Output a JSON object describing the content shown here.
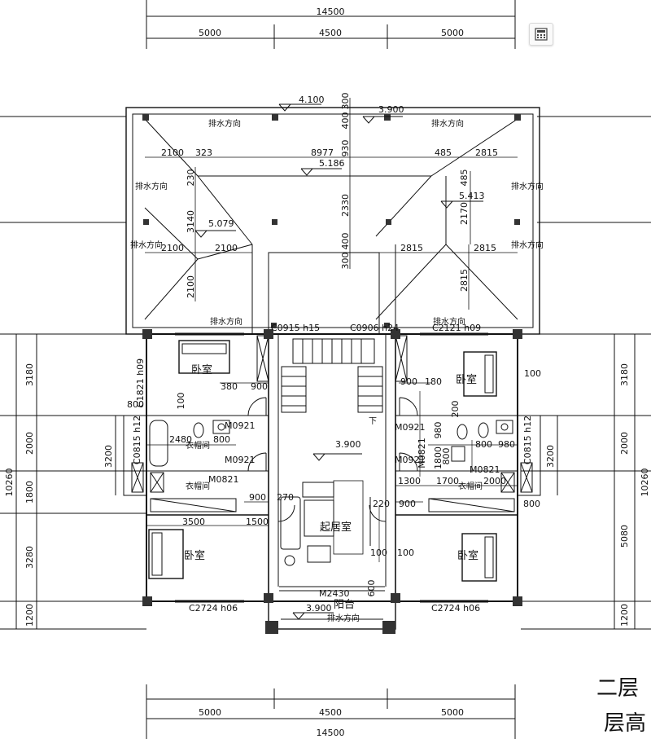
{
  "title_partial": "二层",
  "subtitle_partial": "层高",
  "toolbar": {
    "calc_icon": "calculator-icon"
  },
  "dims": {
    "top_total": "14500",
    "top_left": "5000",
    "top_mid": "4500",
    "top_right": "5000",
    "bottom_total": "14500",
    "bottom_left": "5000",
    "bottom_mid": "4500",
    "bottom_right": "5000",
    "left_total": "10260",
    "left_1": "3180",
    "left_2": "2000",
    "left_3": "1800",
    "left_4": "3280",
    "left_5": "1200",
    "left_inner": "3200",
    "right_total": "10260",
    "right_1": "3180",
    "right_2": "2000",
    "right_3": "5080",
    "right_4": "1200",
    "right_inner": "3200"
  },
  "roof": {
    "elev_a": "4.100",
    "elev_b": "3.900",
    "elev_c": "5.186",
    "elev_d": "5.413",
    "elev_e": "5.079",
    "drain": "排水方向",
    "d_2100a": "2100",
    "d_323": "323",
    "d_8977": "8977",
    "d_485": "485",
    "d_2815a": "2815",
    "d_300a": "300",
    "d_400a": "400",
    "d_930": "930",
    "d_2330": "2330",
    "d_400b": "400",
    "d_300b": "300",
    "d_230": "230",
    "d_3140": "3140",
    "d_2100b": "2100",
    "d_2100c": "2100",
    "d_2100d": "2100",
    "d_2815b": "2815",
    "d_2815c": "2815",
    "d_2815d": "2815",
    "d_2170": "2170",
    "d_485b": "485"
  },
  "windows": {
    "c0915": "C0915 h15",
    "c0906": "C0906 h24",
    "c2121": "C2121 h09",
    "c1821": "C1821 h09",
    "c2724a": "C2724 h06",
    "c2724b": "C2724 h06",
    "c0815a": "C0815 h12",
    "c0815b": "C0815 h12"
  },
  "doors": {
    "m0921a": "M0921",
    "m0921b": "M0921",
    "m0921c": "M0921",
    "m0921d": "M0921",
    "m0821a": "M0821",
    "m0821b": "M0821",
    "m0821c": "M0821",
    "m2430": "M2430"
  },
  "rooms": {
    "bed_tl": "卧室",
    "bed_tr": "卧室",
    "bed_bl": "卧室",
    "bed_br": "卧室",
    "closet_l": "衣帽间",
    "closet_l2": "衣帽间",
    "closet_r": "衣帽间",
    "living": "起居室",
    "balcony": "阳台",
    "stairs_down": "下"
  },
  "interior": {
    "e390a": "3.900",
    "e390b": "3.900",
    "n380": "380",
    "n900a": "900",
    "n800a": "800",
    "n100a": "100",
    "n2480": "2480",
    "n800b": "800",
    "n900b": "900",
    "n270": "270",
    "n3500": "3500",
    "n1500": "1500",
    "n900c": "900",
    "n180": "180",
    "n100b": "100",
    "n200": "200",
    "n980a": "980",
    "n980b": "980",
    "n800c": "800",
    "n1800": "1800",
    "n800d": "800",
    "n1300": "1300",
    "n1700": "1700",
    "n2000": "2000",
    "n900d": "900",
    "n220": "220",
    "n800e": "800",
    "n100c": "100",
    "n100d": "100",
    "n600": "600"
  }
}
